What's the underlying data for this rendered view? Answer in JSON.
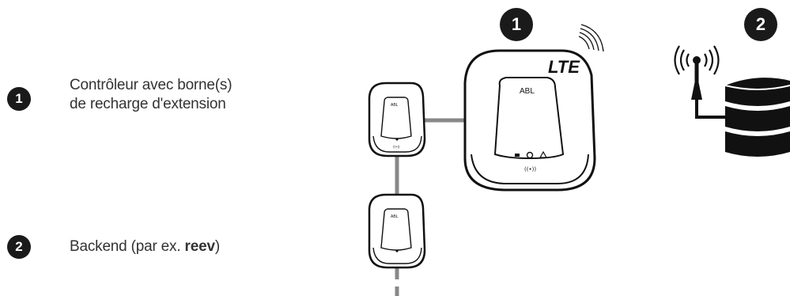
{
  "legend": {
    "items": [
      {
        "badge": "1",
        "line1": "Contrôleur avec borne(s)",
        "line2": "de recharge d'extension"
      },
      {
        "badge": "2",
        "line1_prefix": "Backend (par ex. ",
        "line1_bold": "reev",
        "line1_suffix": ")"
      }
    ]
  },
  "diagram": {
    "controller_badge": "1",
    "backend_badge": "2",
    "lte_label": "LTE",
    "brand_label": "ABL",
    "colors": {
      "badge": "#1a1a1a",
      "cable": "#888888",
      "outline": "#111111"
    }
  }
}
